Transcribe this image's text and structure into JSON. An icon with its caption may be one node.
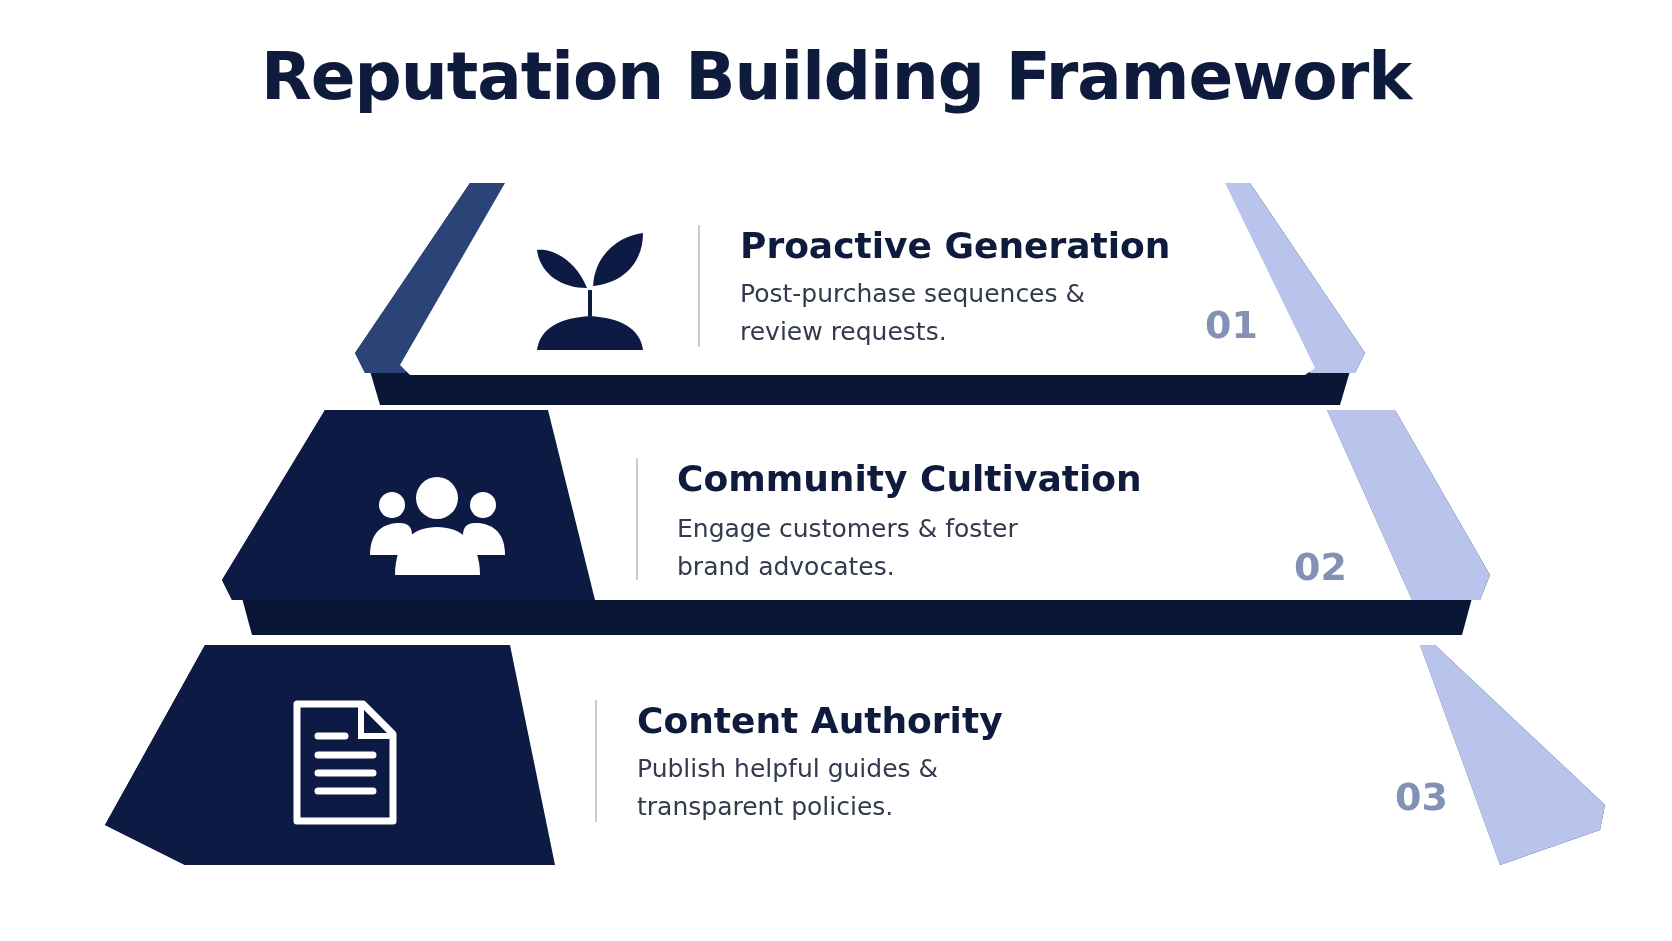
{
  "diagram": {
    "title": "Reputation Building Framework",
    "nodes": [
      {
        "text": [
          "Proactive Generation",
          "Post-purchase sequences & review requests.",
          "01"
        ]
      },
      {
        "text": [
          "Community Cultivation",
          "Engage customers & foster brand advocates.",
          "02"
        ]
      },
      {
        "text": [
          "Content Authority",
          "Publish helpful guides & transparent policies.",
          "03"
        ]
      }
    ]
  }
}
